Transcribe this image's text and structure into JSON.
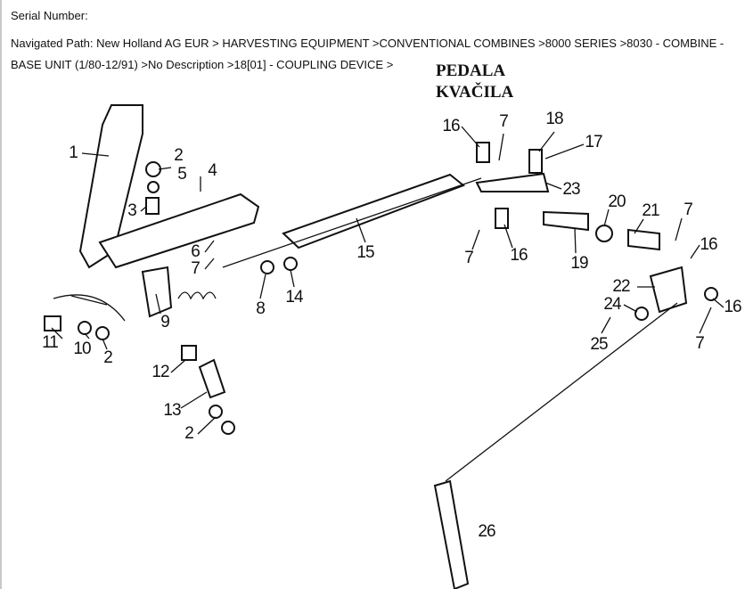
{
  "header": {
    "serial_number_label": "Serial Number:",
    "navigated_path": "Navigated Path: New Holland AG EUR > HARVESTING EQUIPMENT >CONVENTIONAL COMBINES >8000 SERIES >8030 - COMBINE - BASE UNIT (1/80-12/91) >No Description >18[01] - COUPLING DEVICE >"
  },
  "diagram": {
    "title_line1": "PEDALA",
    "title_line2": "KVAČILA",
    "callouts": [
      "1",
      "2",
      "5",
      "4",
      "3",
      "6",
      "7",
      "8",
      "14",
      "15",
      "9",
      "11",
      "10",
      "2",
      "12",
      "13",
      "2",
      "16",
      "7",
      "18",
      "17",
      "23",
      "20",
      "21",
      "7",
      "16",
      "7",
      "16",
      "19",
      "22",
      "24",
      "16",
      "25",
      "7",
      "26"
    ]
  }
}
